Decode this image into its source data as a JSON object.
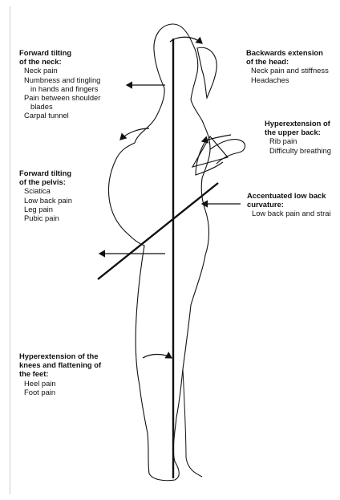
{
  "labels": {
    "neck": {
      "title_line1": "Forward tilting",
      "title_line2": "of the neck:",
      "items": [
        "Neck pain",
        "Numbness and tingling",
        "in hands and fingers",
        "Pain between shoulder",
        "blades",
        "Carpal tunnel"
      ]
    },
    "head": {
      "title_line1": "Backwards extension",
      "title_line2": "of the head:",
      "items": [
        "Neck pain and stiffness",
        "Headaches"
      ]
    },
    "upper_back": {
      "title_line1": "Hyperextension of",
      "title_line2": "the upper back:",
      "items": [
        "Rib pain",
        "Difficulty breathing"
      ]
    },
    "pelvis": {
      "title_line1": "Forward tilting",
      "title_line2": "of the pelvis:",
      "items": [
        "Sciatica",
        "Low back pain",
        "Leg pain",
        "Pubic pain"
      ]
    },
    "low_back": {
      "title_line1": "Accentuated low back",
      "title_line2": "curvature:",
      "items": [
        "Low back pain and strai"
      ]
    },
    "knees": {
      "title_line1": "Hyperextension of the",
      "title_line2": "knees and flattening of",
      "title_line3": "the feet:",
      "items": [
        "Heel pain",
        "Foot pain"
      ]
    }
  },
  "colors": {
    "line": "#111111",
    "text": "#111111",
    "background": "#ffffff"
  }
}
